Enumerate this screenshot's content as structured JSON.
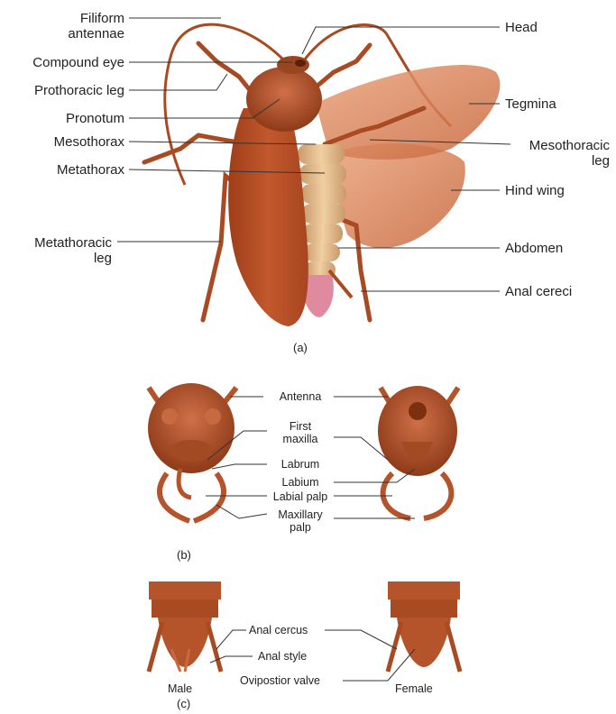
{
  "panel_a": {
    "caption": "(a)",
    "labels": {
      "filiform_antennae": [
        "Filiform",
        "antennae"
      ],
      "compound_eye": "Compound eye",
      "prothoracic_leg": "Prothoracic leg",
      "pronotum": "Pronotum",
      "mesothorax": "Mesothorax",
      "metathorax": "Metathorax",
      "metathoracic_leg": [
        "Metathoracic",
        "leg"
      ],
      "head": "Head",
      "tegmina": "Tegmina",
      "mesothoracic_leg": [
        "Mesothoracic",
        "leg"
      ],
      "hind_wing": "Hind wing",
      "abdomen": "Abdomen",
      "anal_cereci": "Anal cereci"
    }
  },
  "panel_b": {
    "caption": "(b)",
    "labels": {
      "antenna": "Antenna",
      "first_maxilla": [
        "First",
        "maxilla"
      ],
      "labrum": "Labrum",
      "labium": "Labium",
      "labial_palp": "Labial palp",
      "maxillary_palp": [
        "Maxillary",
        "palp"
      ]
    }
  },
  "panel_c": {
    "caption": "(c)",
    "labels": {
      "anal_cercus": "Anal cercus",
      "anal_style": "Anal style",
      "ovipositor_valve": "Ovipostior valve",
      "male": "Male",
      "female": "Female"
    }
  },
  "colors": {
    "body": "#b5532a",
    "body_dark": "#8a3818",
    "wing": "#d9865a",
    "abdomen": "#e2b886",
    "tip": "#e07f95",
    "leader": "#333333"
  }
}
